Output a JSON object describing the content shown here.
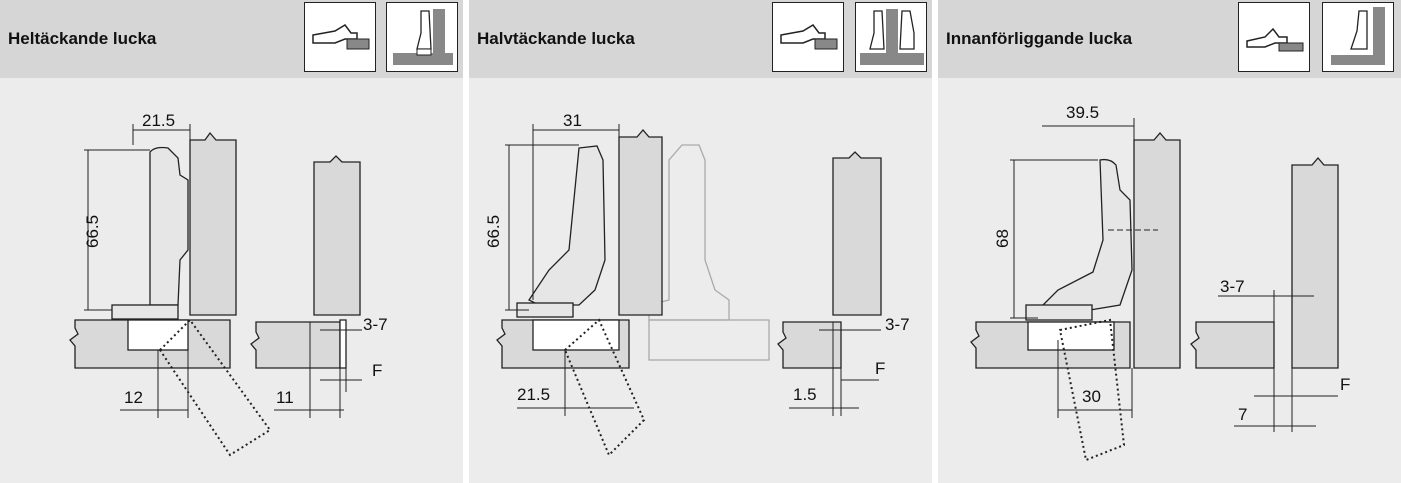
{
  "panels": [
    {
      "title": "Heltäckande lucka",
      "icons": [
        "hinge-side-icon",
        "full-overlay-door-icon"
      ],
      "dimensions": {
        "width": "21.5",
        "height": "66.5",
        "gap": "3-7",
        "f": "F",
        "bottom_left": "12",
        "bottom_right": "11"
      }
    },
    {
      "title": "Halvtäckande lucka",
      "icons": [
        "hinge-side-icon",
        "half-overlay-door-icon"
      ],
      "dimensions": {
        "width": "31",
        "height": "66.5",
        "gap": "3-7",
        "f": "F",
        "bottom_left": "21.5",
        "bottom_right": "1.5"
      }
    },
    {
      "title": "Innanförliggande lucka",
      "icons": [
        "hinge-side-icon",
        "inset-door-icon"
      ],
      "dimensions": {
        "width": "39.5",
        "height": "68",
        "gap": "3-7",
        "f": "F",
        "bottom_left": "30",
        "bottom_right": "7"
      }
    }
  ],
  "colors": {
    "header_bg": "#d6d6d6",
    "panel_bg": "#ececec",
    "part_fill": "#d9d9d9",
    "outline": "#222222"
  }
}
